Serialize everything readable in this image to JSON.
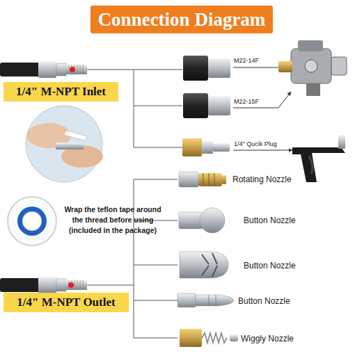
{
  "diagram": {
    "title": "Connection Diagram",
    "nodes": [
      {
        "text": [
          "1/4\" M-NPT Inlet"
        ]
      },
      {
        "text": [
          "1/4\" M-NPT Outlet"
        ]
      }
    ],
    "labels": [
      "M22-14F",
      "M22-15F",
      "1/4\" Qucik Plug",
      "Rotating Nozzle",
      "Button Nozzle",
      "Wrap the teflon tape around the thread before using (included in the package)",
      "Button Nozzle",
      "Button Nozzle",
      "Wiggly Nozzle"
    ]
  }
}
